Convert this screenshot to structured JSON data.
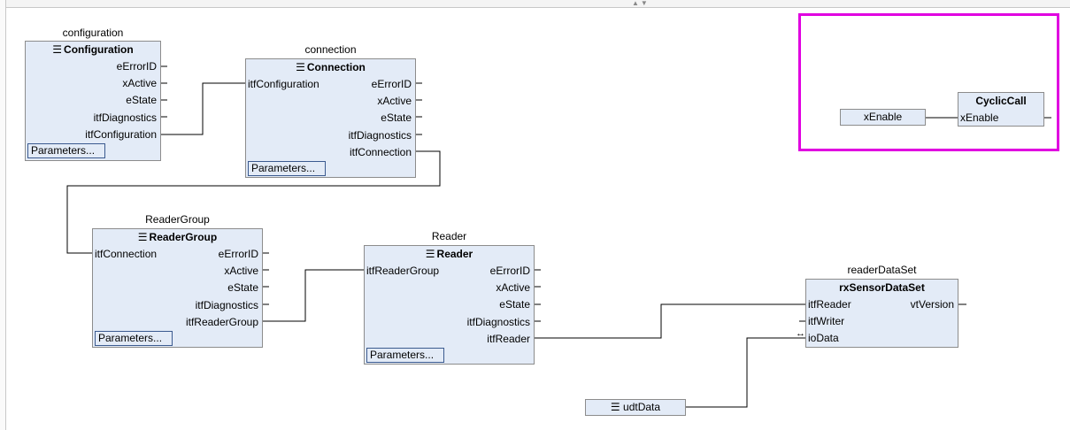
{
  "blocks": {
    "configuration": {
      "instance": "configuration",
      "type": "Configuration",
      "outputs": [
        "eErrorID",
        "xActive",
        "eState",
        "itfDiagnostics",
        "itfConfiguration"
      ],
      "params": "Parameters..."
    },
    "connection": {
      "instance": "connection",
      "type": "Connection",
      "inputs": [
        "itfConfiguration"
      ],
      "outputs": [
        "eErrorID",
        "xActive",
        "eState",
        "itfDiagnostics",
        "itfConnection"
      ],
      "params": "Parameters..."
    },
    "readerGroup": {
      "instance": "ReaderGroup",
      "type": "ReaderGroup",
      "inputs": [
        "itfConnection"
      ],
      "outputs": [
        "eErrorID",
        "xActive",
        "eState",
        "itfDiagnostics",
        "itfReaderGroup"
      ],
      "params": "Parameters..."
    },
    "reader": {
      "instance": "Reader",
      "type": "Reader",
      "inputs": [
        "itfReaderGroup"
      ],
      "outputs": [
        "eErrorID",
        "xActive",
        "eState",
        "itfDiagnostics",
        "itfReader"
      ],
      "params": "Parameters..."
    },
    "readerDataSet": {
      "instance": "readerDataSet",
      "type": "rxSensorDataSet",
      "inputs": [
        "itfReader",
        "itfWriter",
        "ioData"
      ],
      "outputs": [
        "vtVersion"
      ],
      "inout_marker": "↔"
    },
    "cyclicCall": {
      "type": "CyclicCall",
      "inputs": [
        "xEnable"
      ]
    }
  },
  "variables": {
    "xEnable": "xEnable",
    "udtData": "udtData"
  },
  "glyphs": {
    "fb_menu": "☰",
    "splitter": "▲▼"
  },
  "colors": {
    "block_fill": "#e3ebf7",
    "block_border": "#8c8c8c",
    "highlight": "#e000e0",
    "wire": "#000000"
  }
}
